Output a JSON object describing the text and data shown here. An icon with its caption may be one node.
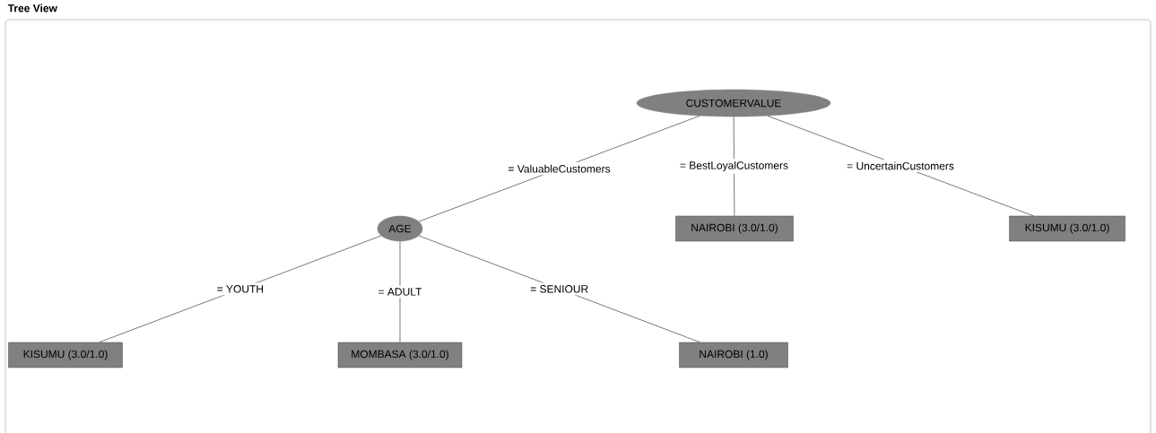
{
  "diagram": {
    "title": "Tree View",
    "nodes": [
      {
        "text": [
          "CUSTOMERVALUE"
        ]
      },
      {
        "text": [
          "AGE"
        ]
      },
      {
        "text": [
          "NAIROBI (3.0/1.0)"
        ]
      },
      {
        "text": [
          "KISUMU (3.0/1.0)"
        ]
      },
      {
        "text": [
          "KISUMU (3.0/1.0)"
        ]
      },
      {
        "text": [
          "MOMBASA (3.0/1.0)"
        ]
      },
      {
        "text": [
          "NAIROBI (1.0)"
        ]
      }
    ],
    "edges": [
      {
        "from": 0,
        "to": 1,
        "arrow": "none",
        "label": "= ValuableCustomers"
      },
      {
        "from": 0,
        "to": 2,
        "arrow": "none",
        "label": "= BestLoyalCustomers"
      },
      {
        "from": 0,
        "to": 3,
        "arrow": "none",
        "label": "= UncertainCustomers"
      },
      {
        "from": 1,
        "to": 4,
        "arrow": "none",
        "label": "= YOUTH"
      },
      {
        "from": 1,
        "to": 5,
        "arrow": "none",
        "label": "= ADULT"
      },
      {
        "from": 1,
        "to": 6,
        "arrow": "none",
        "label": "= SENIOUR"
      }
    ]
  }
}
